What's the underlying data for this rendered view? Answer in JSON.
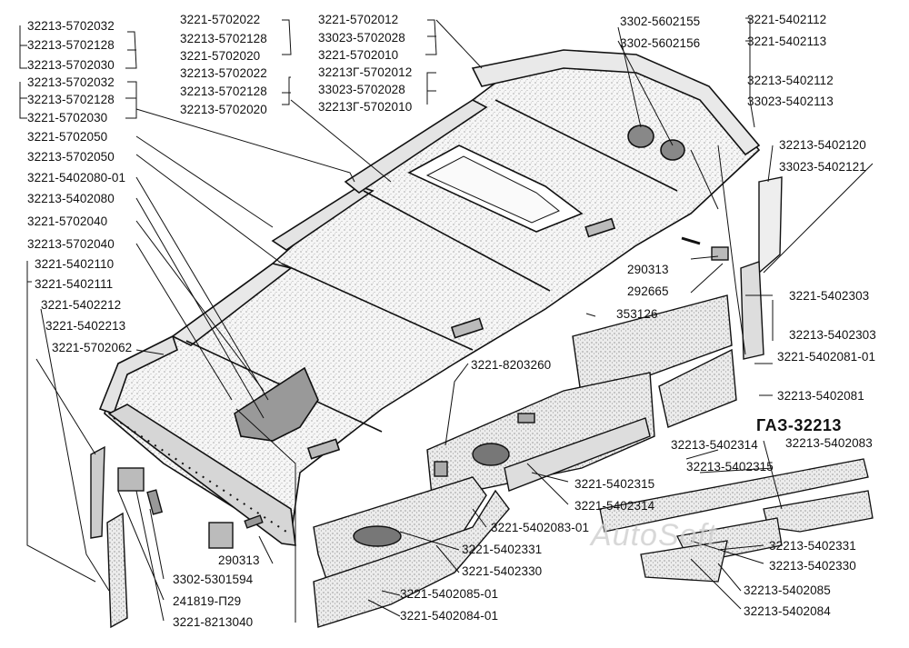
{
  "diagram": {
    "title": "ГАЗ-32213",
    "watermark": "AutoSoft",
    "colors": {
      "ink": "#111111",
      "panel_fill": "#f3f3f3",
      "panel_shade": "#d9d9d9",
      "paper": "#ffffff"
    },
    "labels": {
      "l1": "32213-5702032",
      "l2": "32213-5702128",
      "l3": "32213-5702030",
      "l4": "32213-5702032",
      "l5": "32213-5702128",
      "l6": "3221-5702030",
      "l7": "3221-5702050",
      "l8": "32213-5702050",
      "l9": "3221-5402080-01",
      "l10": "32213-5402080",
      "l11": "3221-5702040",
      "l12": "32213-5702040",
      "l13": "3221-5402110",
      "l14": "3221-5402111",
      "l15": "3221-5402212",
      "l16": "3221-5402213",
      "l17": "3221-5702062",
      "t1": "3221-5702022",
      "t2": "32213-5702128",
      "t3": "3221-5702020",
      "t4": "32213-5702022",
      "t5": "32213-5702128",
      "t6": "32213-5702020",
      "t7": "3221-5702012",
      "t8": "33023-5702028",
      "t9": "3221-5702010",
      "t10": "32213Г-5702012",
      "t11": "33023-5702028",
      "t12": "32213Г-5702010",
      "t13": "3302-5602155",
      "t14": "3302-5602156",
      "r1": "3221-5402112",
      "r2": "3221-5402113",
      "r3": "32213-5402112",
      "r4": "33023-5402113",
      "r5": "32213-5402120",
      "r6": "33023-5402121",
      "m1": "290313",
      "m2": "292665",
      "m3": "353126",
      "m4": "3221-5402303",
      "m5": "32213-5402303",
      "m6": "3221-5402081-01",
      "m7": "32213-5402081",
      "m8": "3221-8203260",
      "b1": "3221-5402315",
      "b2": "3221-5402314",
      "b3": "3221-5402083-01",
      "b4": "3221-5402331",
      "b5": "3221-5402330",
      "b6": "3221-5402085-01",
      "b7": "3221-5402084-01",
      "b8": "290313",
      "b9": "3302-5301594",
      "b10": "241819-П29",
      "b11": "3221-8213040",
      "i1": "32213-5402314",
      "i2": "32213-5402083",
      "i3": "32213-5402315",
      "i4": "32213-5402331",
      "i5": "32213-5402330",
      "i6": "32213-5402085",
      "i7": "32213-5402084"
    }
  }
}
